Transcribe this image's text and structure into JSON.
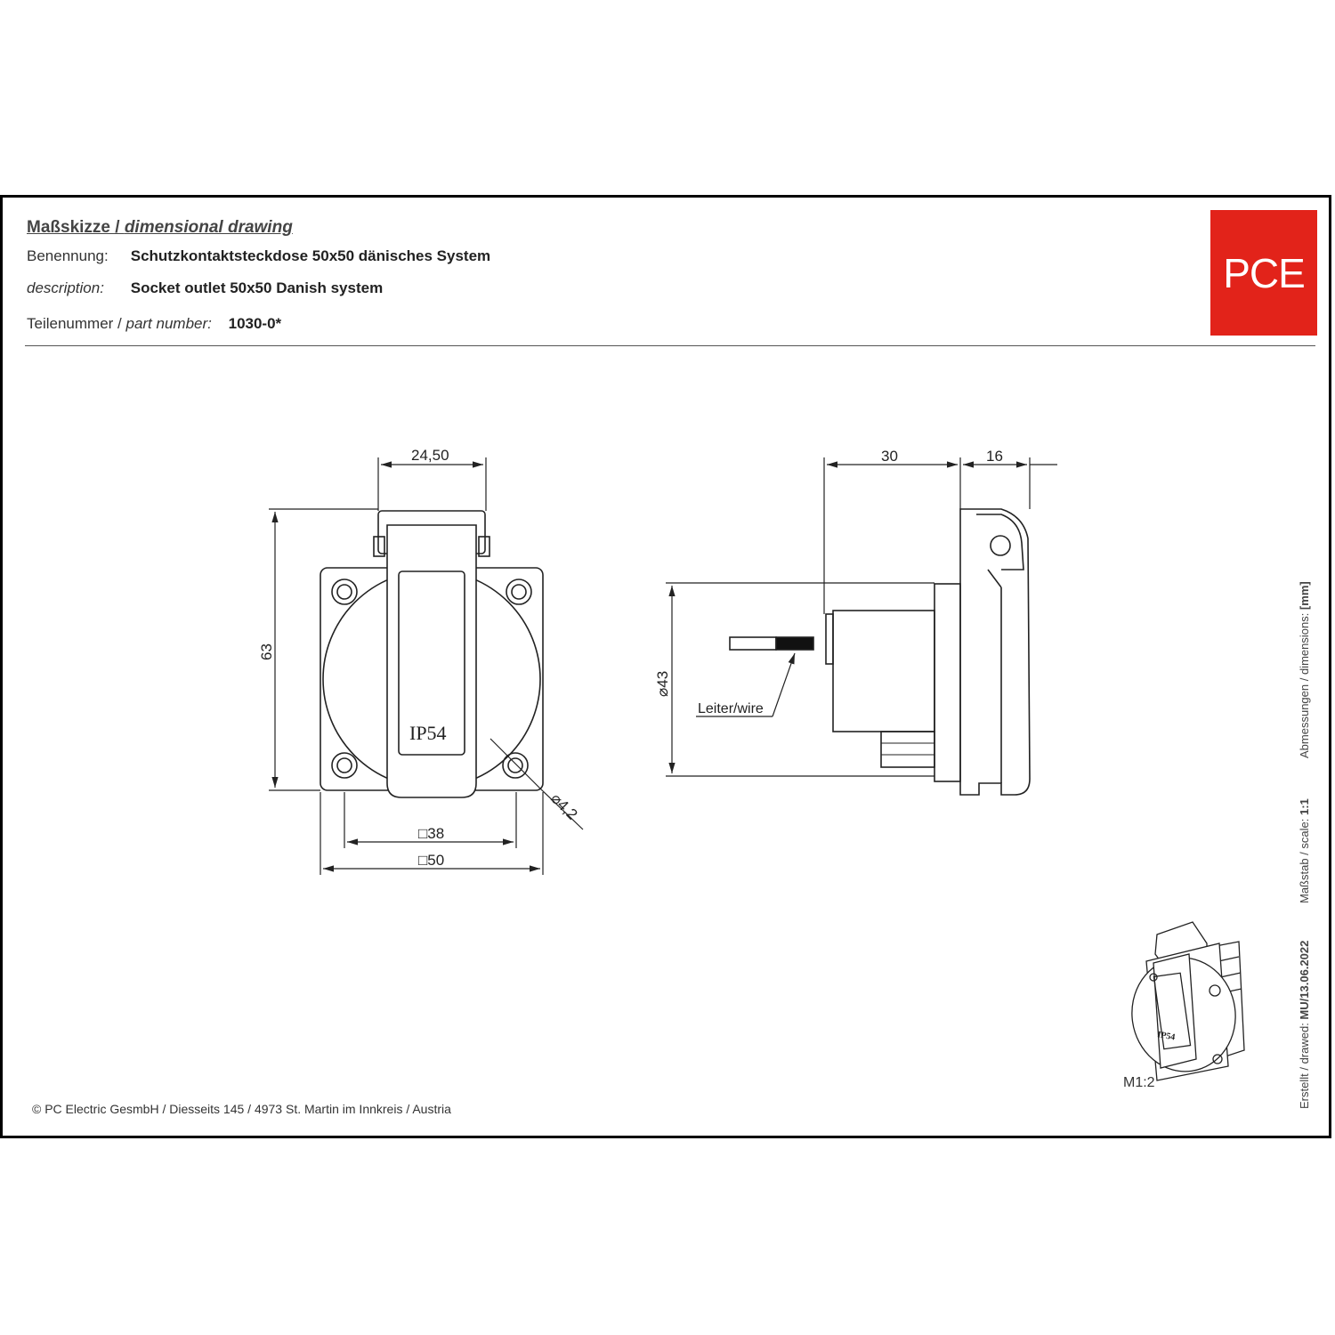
{
  "header": {
    "title_de": "Maßskizze / ",
    "title_en": "dimensional drawing",
    "designation_label": "Benennung:",
    "designation_value": "Schutzkontaktsteckdose 50x50 dänisches System",
    "description_label": "description:",
    "description_value": "Socket outlet 50x50 Danish system",
    "part_label_de": "Teilenummer / ",
    "part_label_en": "part number:",
    "part_value": "1030-0*"
  },
  "logo": {
    "text": "PCE",
    "color": "#e2231a"
  },
  "dimensions": {
    "top_width": "24,50",
    "height": "63",
    "inner_square": "□38",
    "outer_square": "□50",
    "hole_diameter": "⌀4,2",
    "side_depth": "30",
    "side_flange": "16",
    "diameter": "⌀43",
    "wire_label": "Leiter/wire",
    "cover_label": "IP54"
  },
  "preview": {
    "scale": "M1:2",
    "cover_label": "IP54"
  },
  "sidebar": {
    "units_label": "Abmessungen / dimensions: ",
    "units_value": "[mm]",
    "scale_label": "Maßstab / scale: ",
    "scale_value": "1:1",
    "drawn_label": "Erstellt / drawed: ",
    "drawn_value": "MU/13.06.2022"
  },
  "footer": {
    "copyright": "© PC Electric GesmbH / Diesseits 145 / 4973 St. Martin im Innkreis / Austria"
  }
}
